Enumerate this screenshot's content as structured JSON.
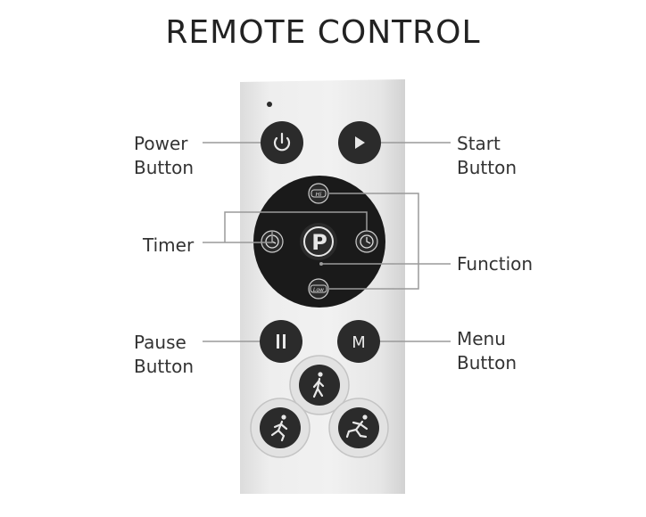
{
  "title": "REMOTE CONTROL",
  "labels": {
    "power": [
      "Power",
      "Button"
    ],
    "start": [
      "Start",
      "Button"
    ],
    "timer": "Timer",
    "function": "Function",
    "pause": [
      "Pause",
      "Button"
    ],
    "menu": [
      "Menu",
      "Button"
    ]
  },
  "buttons": {
    "menu_glyph": "M",
    "hi": "Hi",
    "low": "Low",
    "p": "P"
  },
  "colors": {
    "button": "#2b2b2b",
    "remote_body": "#eeeeee",
    "leader_line": "#999999"
  }
}
